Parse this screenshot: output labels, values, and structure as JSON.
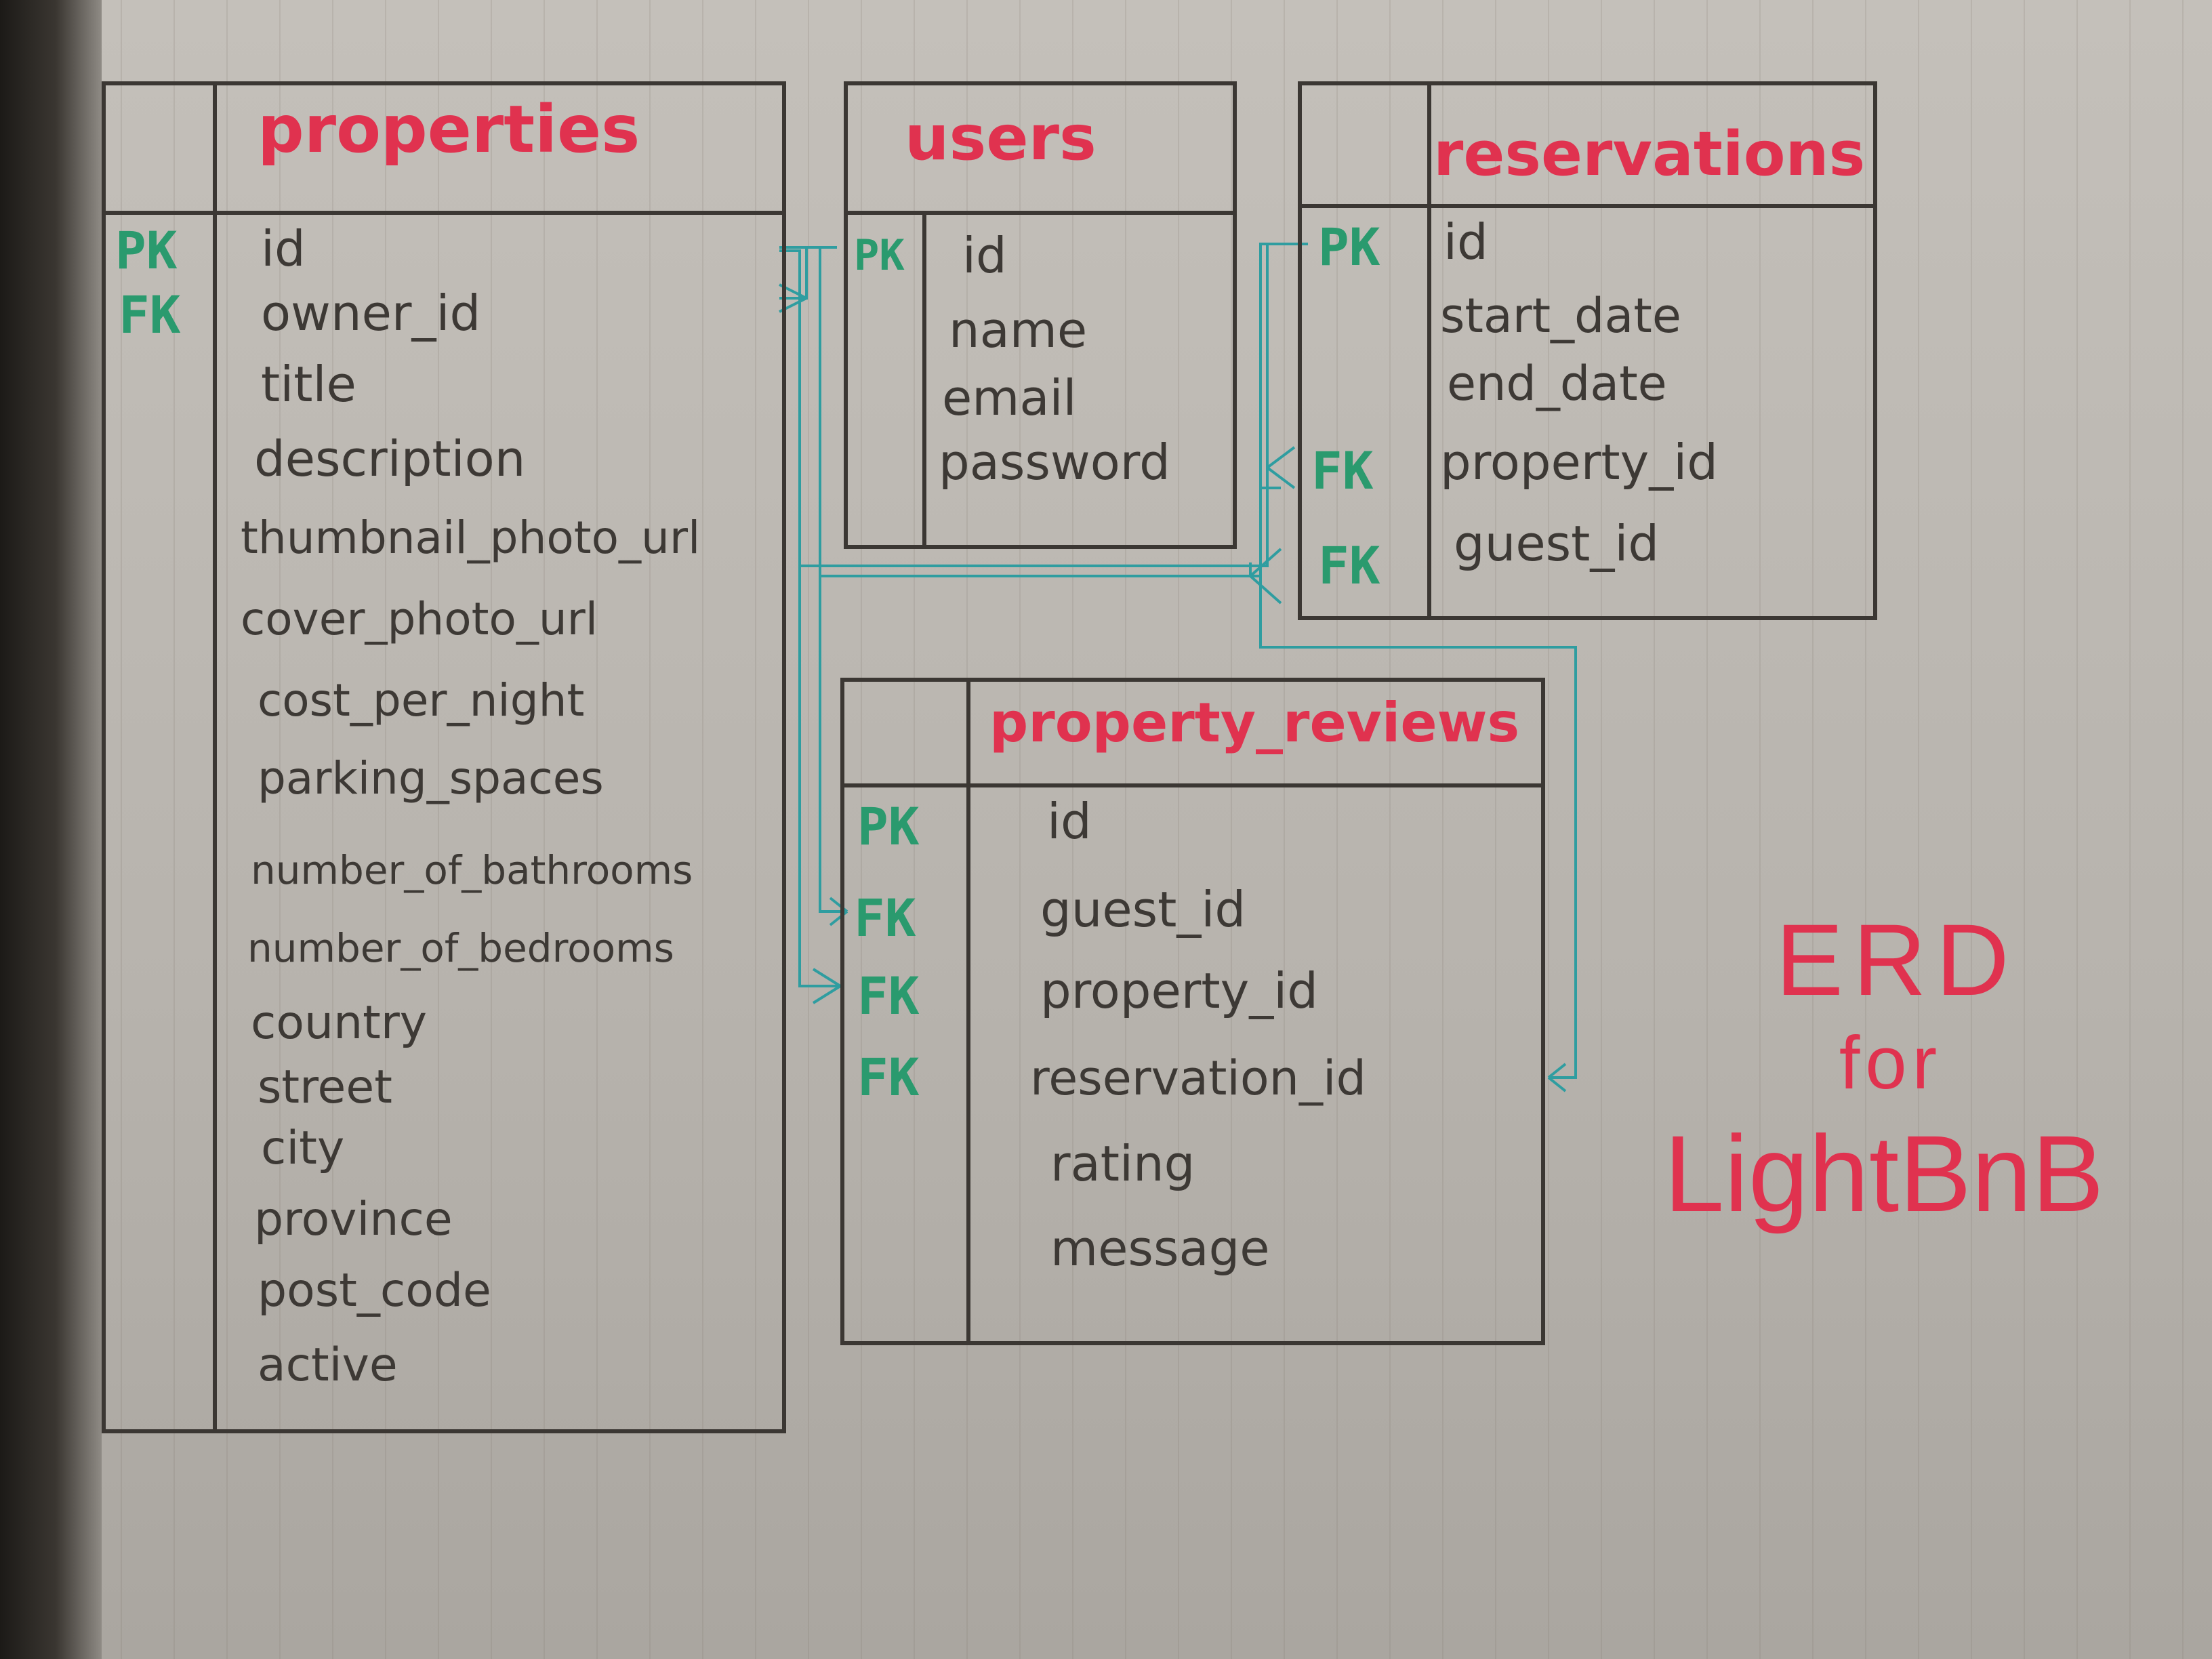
{
  "tables": {
    "properties": {
      "name": "properties",
      "keys": [
        "PK",
        "FK"
      ],
      "fields": [
        "id",
        "owner_id",
        "title",
        "description",
        "thumbnail_photo_url",
        "cover_photo_url",
        "cost_per_night",
        "parking_spaces",
        "number_of_bathrooms",
        "number_of_bedrooms",
        "country",
        "street",
        "city",
        "province",
        "post_code",
        "active"
      ]
    },
    "users": {
      "name": "users",
      "keys": [
        "PK"
      ],
      "fields": [
        "id",
        "name",
        "email",
        "password"
      ]
    },
    "reservations": {
      "name": "reservations",
      "keys": [
        "PK",
        "FK",
        "FK"
      ],
      "fields": [
        "id",
        "start_date",
        "end_date",
        "property_id",
        "guest_id"
      ]
    },
    "property_reviews": {
      "name": "property_reviews",
      "keys": [
        "PK",
        "FK",
        "FK",
        "FK"
      ],
      "fields": [
        "id",
        "guest_id",
        "property_id",
        "reservation_id",
        "rating",
        "message"
      ]
    }
  },
  "label": {
    "line1": "ERD",
    "line2": "for",
    "line3": "LightBnB"
  },
  "colors": {
    "title": "#e0324f",
    "key": "#2a9a6e",
    "ink": "#3d3935",
    "relation": "#2f9da0",
    "paper": "#bdb9b3"
  }
}
